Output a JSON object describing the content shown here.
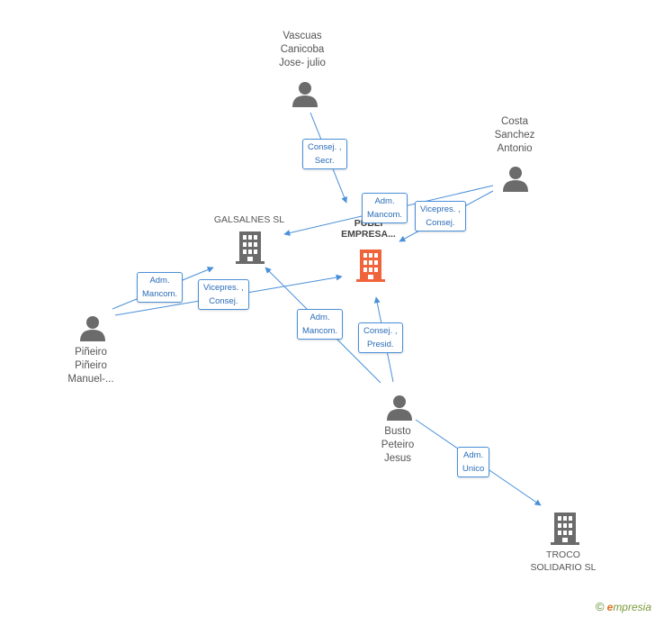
{
  "colors": {
    "edge": "#4a90d9",
    "person": "#6b6b6b",
    "company": "#6b6b6b",
    "company_focus": "#f0643c"
  },
  "nodes": {
    "vascuas": {
      "icon": "person-icon",
      "lines": [
        "Vascuas",
        "Canicoba",
        "Jose- julio"
      ]
    },
    "costa": {
      "icon": "person-icon",
      "lines": [
        "Costa",
        "Sanchez",
        "Antonio"
      ]
    },
    "galsalnes": {
      "icon": "building-icon",
      "lines": [
        "GALSALNES SL"
      ]
    },
    "publi": {
      "icon": "building-icon",
      "lines": [
        "E",
        "PUBLI",
        "EMPRESA..."
      ]
    },
    "pineiro": {
      "icon": "person-icon",
      "lines": [
        "Piñeiro",
        "Piñeiro",
        "Manuel-..."
      ]
    },
    "busto": {
      "icon": "person-icon",
      "lines": [
        "Busto",
        "Peteiro",
        "Jesus"
      ]
    },
    "troco": {
      "icon": "building-icon",
      "lines": [
        "TROCO",
        "SOLIDARIO  SL"
      ]
    }
  },
  "edges": {
    "vascuas_publi": [
      "Consej. ,",
      "Secr."
    ],
    "costa_galsalnes": [
      "Adm.",
      "Mancom."
    ],
    "costa_publi": [
      "Vicepres. ,",
      "Consej."
    ],
    "pineiro_galsalnes": [
      "Adm.",
      "Mancom."
    ],
    "pineiro_publi": [
      "Vicepres. ,",
      "Consej."
    ],
    "busto_galsalnes": [
      "Adm.",
      "Mancom."
    ],
    "busto_publi": [
      "Consej. ,",
      "Presid."
    ],
    "busto_troco": [
      "Adm.",
      "Unico"
    ]
  },
  "brand": {
    "copyright": "©",
    "initial": "e",
    "name": "mpresia"
  }
}
